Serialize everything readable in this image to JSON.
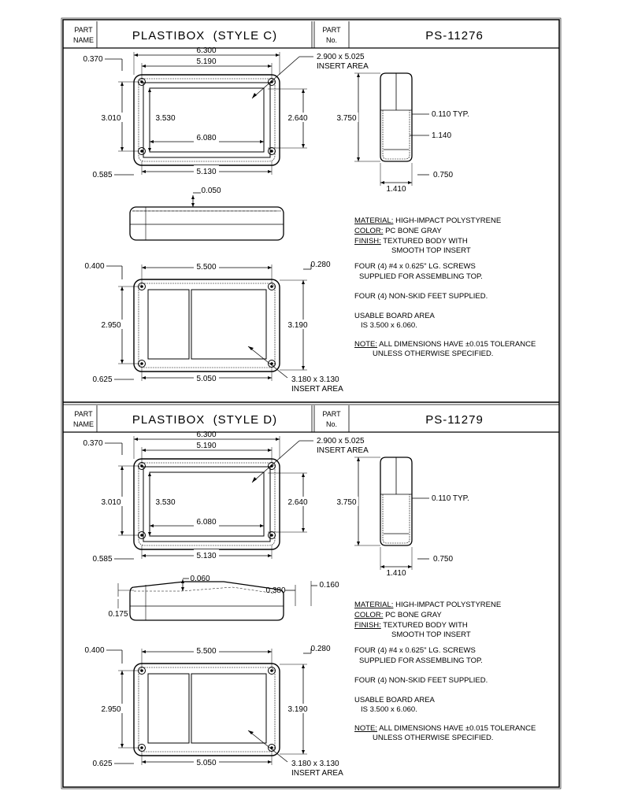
{
  "sections": [
    {
      "part_name_label": [
        "PART",
        "NAME"
      ],
      "part_name": "PLASTIBOX  (STYLE C)",
      "part_no_label": [
        "PART",
        "No."
      ],
      "part_no": "PS-11276",
      "top_view": {
        "d1": "0.370",
        "d2": "6.300",
        "d3": "5.190",
        "d4": "3.010",
        "d5": "3.530",
        "d6": "2.640",
        "d7": "6.080",
        "d8": "0.585",
        "d9": "5.130",
        "insert": [
          "2.900 x 5.025",
          "INSERT AREA"
        ]
      },
      "side_view": {
        "height": "3.750",
        "wall": "0.110 TYP.",
        "inner": "1.140",
        "width": "1.410",
        "foot": "0.750"
      },
      "front_view": {
        "d1": "0.050"
      },
      "bottom_view": {
        "d1": "0.400",
        "d2": "5.500",
        "d3": "0.280",
        "d4": "2.950",
        "d5": "3.190",
        "d6": "0.625",
        "d7": "5.050",
        "insert": [
          "3.180 x 3.130",
          "INSERT AREA"
        ]
      },
      "notes": {
        "material_label": "MATERIAL:",
        "material": " HIGH-IMPACT POLYSTYRENE",
        "color_label": "COLOR:",
        "color": " PC BONE GRAY",
        "finish_label": "FINISH:",
        "finish": " TEXTURED BODY WITH",
        "finish2": "SMOOTH TOP INSERT",
        "screws": "FOUR (4) #4 x 0.625\" LG. SCREWS",
        "screws2": "SUPPLIED FOR ASSEMBLING TOP.",
        "feet": "FOUR (4) NON-SKID FEET SUPPLIED.",
        "board": "USABLE BOARD AREA",
        "board2": "IS 3.500 x 6.060.",
        "note_label": "NOTE:",
        "note": " ALL DIMENSIONS HAVE ±0.015 TOLERANCE",
        "note2": "UNLESS OTHERWISE SPECIFIED."
      }
    },
    {
      "part_name_label": [
        "PART",
        "NAME"
      ],
      "part_name": "PLASTIBOX  (STYLE D)",
      "part_no_label": [
        "PART",
        "No."
      ],
      "part_no": "PS-11279",
      "top_view": {
        "d1": "0.370",
        "d2": "6.300",
        "d3": "5.190",
        "d4": "3.010",
        "d5": "3.530",
        "d6": "2.640",
        "d7": "6.080",
        "d8": "0.585",
        "d9": "5.130",
        "insert": [
          "2.900 x 5.025",
          "INSERT AREA"
        ]
      },
      "side_view": {
        "height": "3.750",
        "wall": "0.110 TYP.",
        "width": "1.410",
        "foot": "0.750"
      },
      "front_view": {
        "d1": "0.060",
        "d2": "0.380",
        "d3": "0.160",
        "d4": "0.175"
      },
      "bottom_view": {
        "d1": "0.400",
        "d2": "5.500",
        "d3": "0.280",
        "d4": "2.950",
        "d5": "3.190",
        "d6": "0.625",
        "d7": "5.050",
        "insert": [
          "3.180 x 3.130",
          "INSERT AREA"
        ]
      },
      "notes": {
        "material_label": "MATERIAL:",
        "material": " HIGH-IMPACT POLYSTYRENE",
        "color_label": "COLOR:",
        "color": " PC BONE GRAY",
        "finish_label": "FINISH:",
        "finish": " TEXTURED BODY WITH",
        "finish2": "SMOOTH TOP INSERT",
        "screws": "FOUR (4) #4 x 0.625\" LG. SCREWS",
        "screws2": "SUPPLIED FOR ASSEMBLING TOP.",
        "feet": "FOUR (4) NON-SKID FEET SUPPLIED.",
        "board": "USABLE BOARD AREA",
        "board2": "IS 3.500 x 6.060.",
        "note_label": "NOTE:",
        "note": " ALL DIMENSIONS HAVE ±0.015 TOLERANCE",
        "note2": "UNLESS OTHERWISE SPECIFIED."
      }
    }
  ]
}
